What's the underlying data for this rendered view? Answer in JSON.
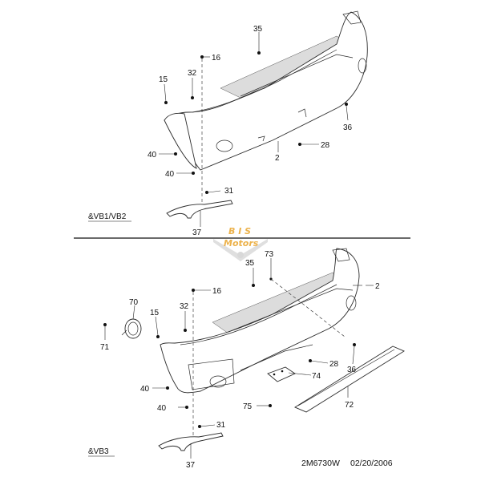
{
  "top_section": {
    "variant_label": "&VB1/VB2",
    "callouts": {
      "c35": "35",
      "c16": "16",
      "c32": "32",
      "c15": "15",
      "c36": "36",
      "c2": "2",
      "c28": "28",
      "c40a": "40",
      "c40b": "40",
      "c31": "31",
      "c37": "37"
    }
  },
  "bottom_section": {
    "variant_label": "&VB3",
    "callouts": {
      "c35": "35",
      "c73": "73",
      "c2": "2",
      "c70": "70",
      "c16": "16",
      "c32": "32",
      "c15": "15",
      "c71": "71",
      "c28": "28",
      "c36": "36",
      "c74": "74",
      "c40a": "40",
      "c40b": "40",
      "c72": "72",
      "c75": "75",
      "c31": "31",
      "c37": "37"
    }
  },
  "footer": {
    "drawing_code": "2M6730W",
    "date": "02/20/2006"
  },
  "watermark": {
    "line1": "B I S",
    "line2": "Motors",
    "color": "#e8a020"
  }
}
